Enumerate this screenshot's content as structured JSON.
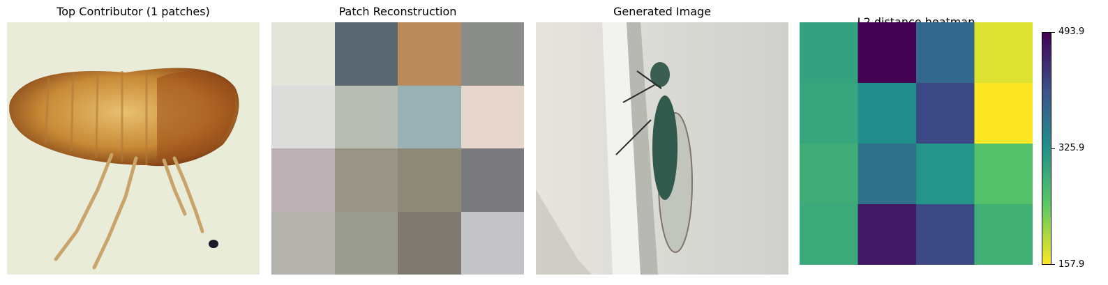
{
  "panels": {
    "top_contributor_title": "Top Contributor (1 patches)",
    "patch_reconstruction_title": "Patch Reconstruction",
    "generated_image_title": "Generated Image"
  },
  "patch_colors": [
    [
      "#e4e6dc",
      "#5a6670",
      "#b98a5a",
      "#8a8c8a"
    ],
    [
      "#dcdcda",
      "#b9bcb2",
      "#9ab2b6",
      "#e6d6cc"
    ],
    [
      "#bcb0b4",
      "#9a9486",
      "#8e8a78",
      "#7a7a7c"
    ],
    [
      "#b4b2ac",
      "#9a9c92",
      "#7e7a72",
      "#c4c4c6"
    ]
  ],
  "chart_data": {
    "type": "heatmap",
    "title": "L2 distance heatmap",
    "rows": 4,
    "cols": 4,
    "values": [
      [
        300,
        493,
        380,
        175
      ],
      [
        295,
        330,
        420,
        158
      ],
      [
        285,
        370,
        320,
        255
      ],
      [
        290,
        470,
        420,
        280
      ]
    ],
    "colorbar": {
      "min": 157.9,
      "mid": 325.9,
      "max": 493.9,
      "tick_labels": [
        "493.9",
        "325.9",
        "157.9"
      ],
      "colormap": "viridis"
    }
  }
}
